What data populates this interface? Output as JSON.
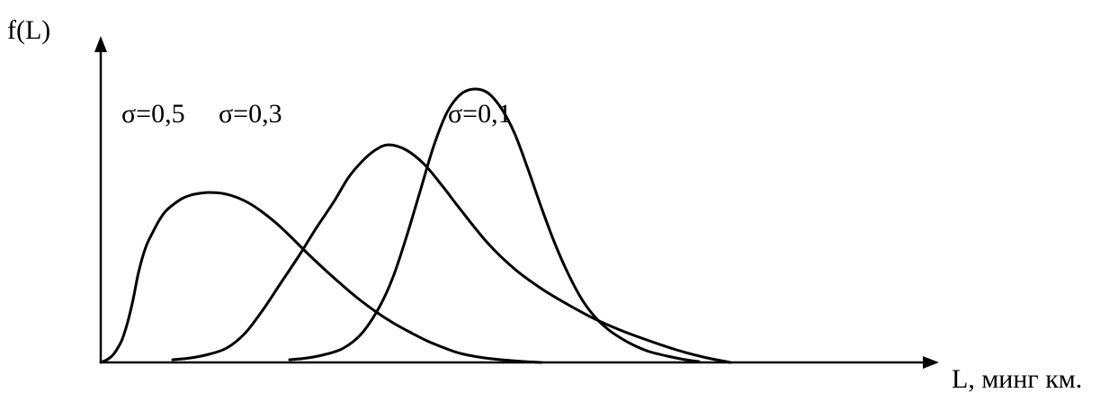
{
  "chart_data": {
    "type": "line",
    "ylabel": "f(L)",
    "xlabel": "L, минг км.",
    "grid": false,
    "legend": "none",
    "series": [
      {
        "name": "σ=0,5",
        "x": [
          0,
          5,
          10,
          15,
          20,
          24,
          30,
          36,
          42,
          50,
          58,
          65,
          72,
          80,
          90,
          100,
          110,
          120,
          135,
          150,
          165,
          180,
          195,
          210,
          225,
          245,
          265,
          285,
          305,
          325,
          345,
          365,
          385,
          400,
          420,
          445,
          470,
          490
        ],
        "y": [
          0,
          2,
          5,
          10,
          18,
          26,
          45,
          70,
          100,
          128,
          145,
          158,
          168,
          175,
          182,
          186,
          188,
          189,
          188,
          184,
          177,
          167,
          155,
          141,
          126,
          107,
          89,
          72,
          57,
          44,
          33,
          23,
          15,
          10,
          6,
          3,
          1,
          0
        ]
      },
      {
        "name": "σ=0,3",
        "x": [
          80,
          100,
          120,
          140,
          160,
          180,
          200,
          220,
          240,
          260,
          275,
          290,
          305,
          320,
          340,
          360,
          380,
          400,
          430,
          460,
          490,
          520,
          550,
          580,
          610,
          640,
          670,
          700
        ],
        "y": [
          3,
          5,
          9,
          16,
          32,
          58,
          88,
          118,
          150,
          180,
          205,
          223,
          236,
          242,
          236,
          220,
          196,
          170,
          133,
          104,
          82,
          64,
          48,
          35,
          24,
          14,
          6,
          0
        ]
      },
      {
        "name": "σ=0,1",
        "x": [
          210,
          230,
          250,
          270,
          290,
          310,
          325,
          340,
          355,
          370,
          385,
          400,
          415,
          430,
          445,
          460,
          475,
          490,
          505,
          520,
          535,
          550,
          565,
          580,
          595,
          610,
          630,
          650,
          665
        ],
        "y": [
          3,
          5,
          9,
          16,
          32,
          62,
          95,
          140,
          190,
          240,
          278,
          298,
          304,
          300,
          283,
          255,
          215,
          172,
          132,
          98,
          70,
          50,
          36,
          26,
          18,
          12,
          7,
          3,
          1
        ]
      }
    ]
  }
}
